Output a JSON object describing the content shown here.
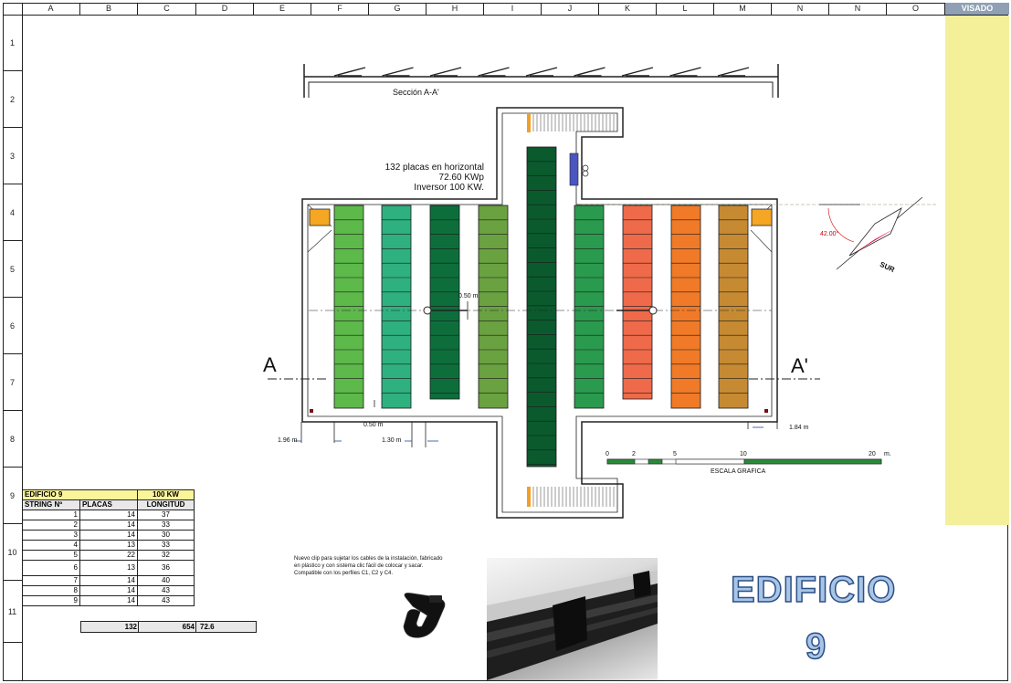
{
  "columns": [
    "A",
    "B",
    "C",
    "D",
    "E",
    "F",
    "G",
    "H",
    "I",
    "J",
    "K",
    "L",
    "M",
    "N",
    "N",
    "O"
  ],
  "visado_label": "VISADO",
  "rows": [
    "1",
    "2",
    "3",
    "4",
    "5",
    "6",
    "7",
    "8",
    "9",
    "10",
    "11"
  ],
  "drawing": {
    "section_label": "Sección A-A'",
    "info_line1": "132 placas en horizontal",
    "info_line2": "72.60 KWp",
    "info_line3": "Inversor 100 KW.",
    "marker_a": "A",
    "marker_a_prime": "A'",
    "dim_050_top": "0.50 m",
    "dim_050_bottom": "0.50 m",
    "dim_196": "1.96 m",
    "dim_130": "1.30 m",
    "dim_184": "1.84 m",
    "angle": "42.00°",
    "south": "SUR",
    "scale_ticks": [
      "0",
      "2",
      "5",
      "10",
      "20",
      "m."
    ],
    "scale_label": "ESCALA GRAFICA",
    "colors": {
      "light_green": "#5db94a",
      "teal_green": "#2fb07f",
      "dark_green": "#0d6e3c",
      "olive_green": "#6aa141",
      "mid_green": "#2a9a4e",
      "salmon": "#ef6a4a",
      "orange": "#f07a28",
      "ochre": "#c68a32",
      "deep_green": "#0a5a2e"
    }
  },
  "table": {
    "title": "EDIFICIO 9",
    "power": "100 KW",
    "headers": [
      "STRING Nº",
      "PLACAS",
      "LONGITUD"
    ],
    "rows": [
      [
        "1",
        "14",
        "37"
      ],
      [
        "2",
        "14",
        "33"
      ],
      [
        "3",
        "14",
        "30"
      ],
      [
        "4",
        "13",
        "33"
      ],
      [
        "5",
        "22",
        "32"
      ],
      [
        "6",
        "13",
        "36"
      ],
      [
        "7",
        "14",
        "40"
      ],
      [
        "8",
        "14",
        "43"
      ],
      [
        "9",
        "14",
        "43"
      ]
    ],
    "totals": [
      "132",
      "654",
      "72.6"
    ]
  },
  "clip_note": {
    "line1": "Nuevo clip para sujetar los cables de la instalación, fabricado",
    "line2": "en plástico y con sistema clic fácil de colocar y sacar.",
    "line3": "Compatible con los perfiles C1, C2 y C4."
  },
  "edificio_title": "EDIFICIO",
  "edificio_number": "9"
}
